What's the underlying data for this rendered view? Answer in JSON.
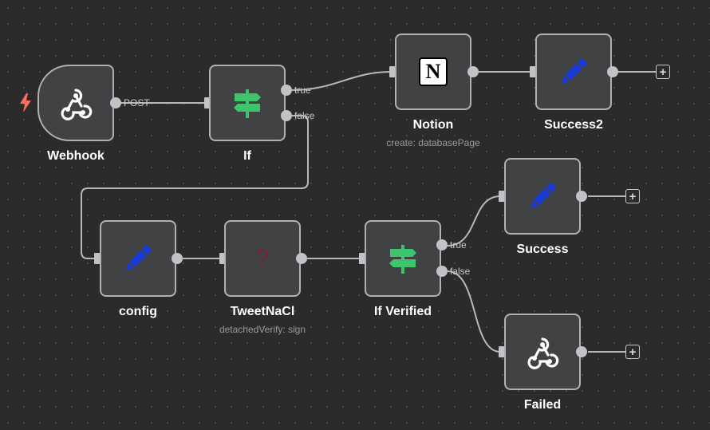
{
  "nodes": {
    "webhook": {
      "title": "Webhook"
    },
    "if": {
      "title": "If"
    },
    "notion": {
      "title": "Notion",
      "subtitle": "create: databasePage",
      "glyph": "N"
    },
    "success2": {
      "title": "Success2"
    },
    "config": {
      "title": "config"
    },
    "tweetnacl": {
      "title": "TweetNaCl",
      "subtitle": "detachedVerify: sign",
      "glyph": "?"
    },
    "if_verified": {
      "title": "If Verified"
    },
    "success": {
      "title": "Success"
    },
    "failed": {
      "title": "Failed"
    }
  },
  "ports": {
    "webhook_post": "POST",
    "if_true": "true",
    "if_false": "false",
    "ifv_true": "true",
    "ifv_false": "false"
  },
  "add_button": "+",
  "colors": {
    "canvas": "#2b2b2b",
    "node_bg": "#414244",
    "node_border": "#b1b1b4",
    "connection": "#b8b8bc",
    "if_icon": "#3ec46d",
    "pencil_icon": "#1b3bd6",
    "trigger_bolt": "#ff6d5a",
    "unknown_icon": "#7d1f3c"
  },
  "icons": {
    "webhook": "webhook-icon",
    "if": "signpost-icon",
    "notion": "notion-icon",
    "set": "pencil-icon",
    "tweetnacl": "question-mark-icon",
    "trigger": "lightning-bolt-icon"
  }
}
